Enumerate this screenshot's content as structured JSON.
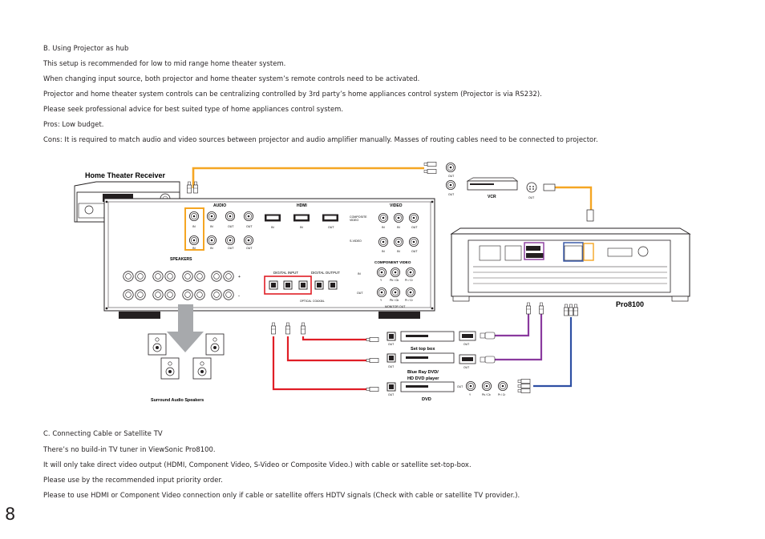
{
  "section_b": {
    "heading": "B. Using Projector as hub",
    "p1": "This setup is recommended for low to mid range home theater system.",
    "p2": "When changing input source, both projector and home theater system’s remote controls need to be activated.",
    "p3": "Projector and home theater system controls can be centralizing controlled by 3rd party’s home appliances control system (Projector is via RS232).",
    "p4": "Please seek professional advice for best suited type of home appliances control system.",
    "p5": "Pros: Low budget.",
    "p6": "Cons: It is required to match audio and video sources between projector and audio amplifier manually.  Masses of routing cables need to be connected to projector."
  },
  "diagram": {
    "receiver_title": "Home Theater Receiver",
    "audio": "AUDIO",
    "hdmi": "HDMI",
    "video": "VIDEO",
    "speakers": "SPEAKERS",
    "composite_video": "COMPOSITE\nVIDEO",
    "s_video": "S-VIDEO",
    "component_video": "COMPONENT VIDEO",
    "digital_input": "DIGITAL INPUT",
    "digital_output": "DIGITAL OUTPUT",
    "optical": "OPTICAL",
    "coaxial": "COAXIAL",
    "monitor_out": "MONITOR OUT",
    "in": "IN",
    "out": "OUT",
    "y": "Y",
    "pb": "Pb / Cb",
    "pr": "Pr / Cr",
    "vcr": "VCR",
    "projector": "Pro8100",
    "set_top_box": "Set top box",
    "bluray_line1": "Blue Ray DVD/",
    "bluray_line2": "HD DVD player",
    "dvd": "DVD",
    "surround": "Surround Audio Speakers"
  },
  "section_c": {
    "heading": "C. Connecting Cable or Satellite TV",
    "p1": "There’s no build-in TV tuner in ViewSonic Pro8100.",
    "p2": "It will only take direct video output (HDMI, Component Video, S-Video or Composite Video.) with cable or satellite set-top-box.",
    "p3": "Please use by the recommended input priority order.",
    "p4": "Please to use HDMI or Component Video connection only if cable or satellite offers HDTV signals (Check with cable or satellite TV provider.)."
  },
  "page_number": "8",
  "colors": {
    "orange": "#f5a623",
    "red": "#e01e26",
    "purple": "#8a3a9e",
    "blue": "#2e4fa3"
  }
}
